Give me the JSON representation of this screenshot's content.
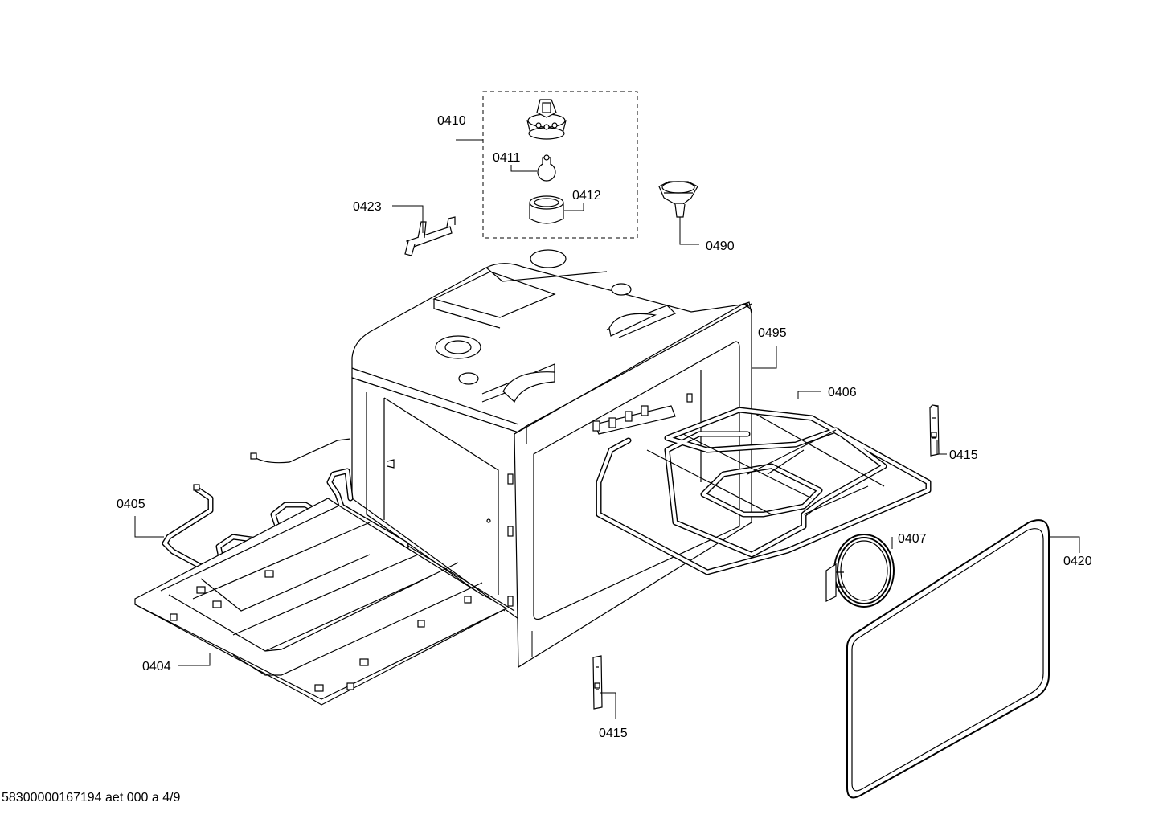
{
  "callouts": {
    "c0410": "0410",
    "c0411": "0411",
    "c0412": "0412",
    "c0423": "0423",
    "c0490": "0490",
    "c0495": "0495",
    "c0406": "0406",
    "c0415_top": "0415",
    "c0405": "0405",
    "c0407": "0407",
    "c0420": "0420",
    "c0404": "0404",
    "c0415_bottom": "0415"
  },
  "footer": {
    "document_code": "58300000167194 aet 000 a 4/9"
  }
}
